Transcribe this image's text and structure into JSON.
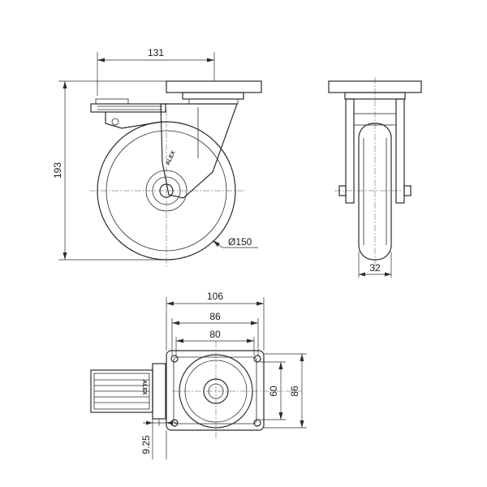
{
  "dimensions": {
    "side_width": "131",
    "overall_height": "193",
    "wheel_diameter": "Ø150",
    "wheel_width": "32",
    "plate_width": "106",
    "hole_spacing_outer": "86",
    "hole_spacing_inner": "80",
    "plate_height_inner": "60",
    "plate_height_outer": "86",
    "brake_offset": "9.25"
  },
  "brand": {
    "side_view": "ALEX",
    "top_view": "ALEX"
  }
}
